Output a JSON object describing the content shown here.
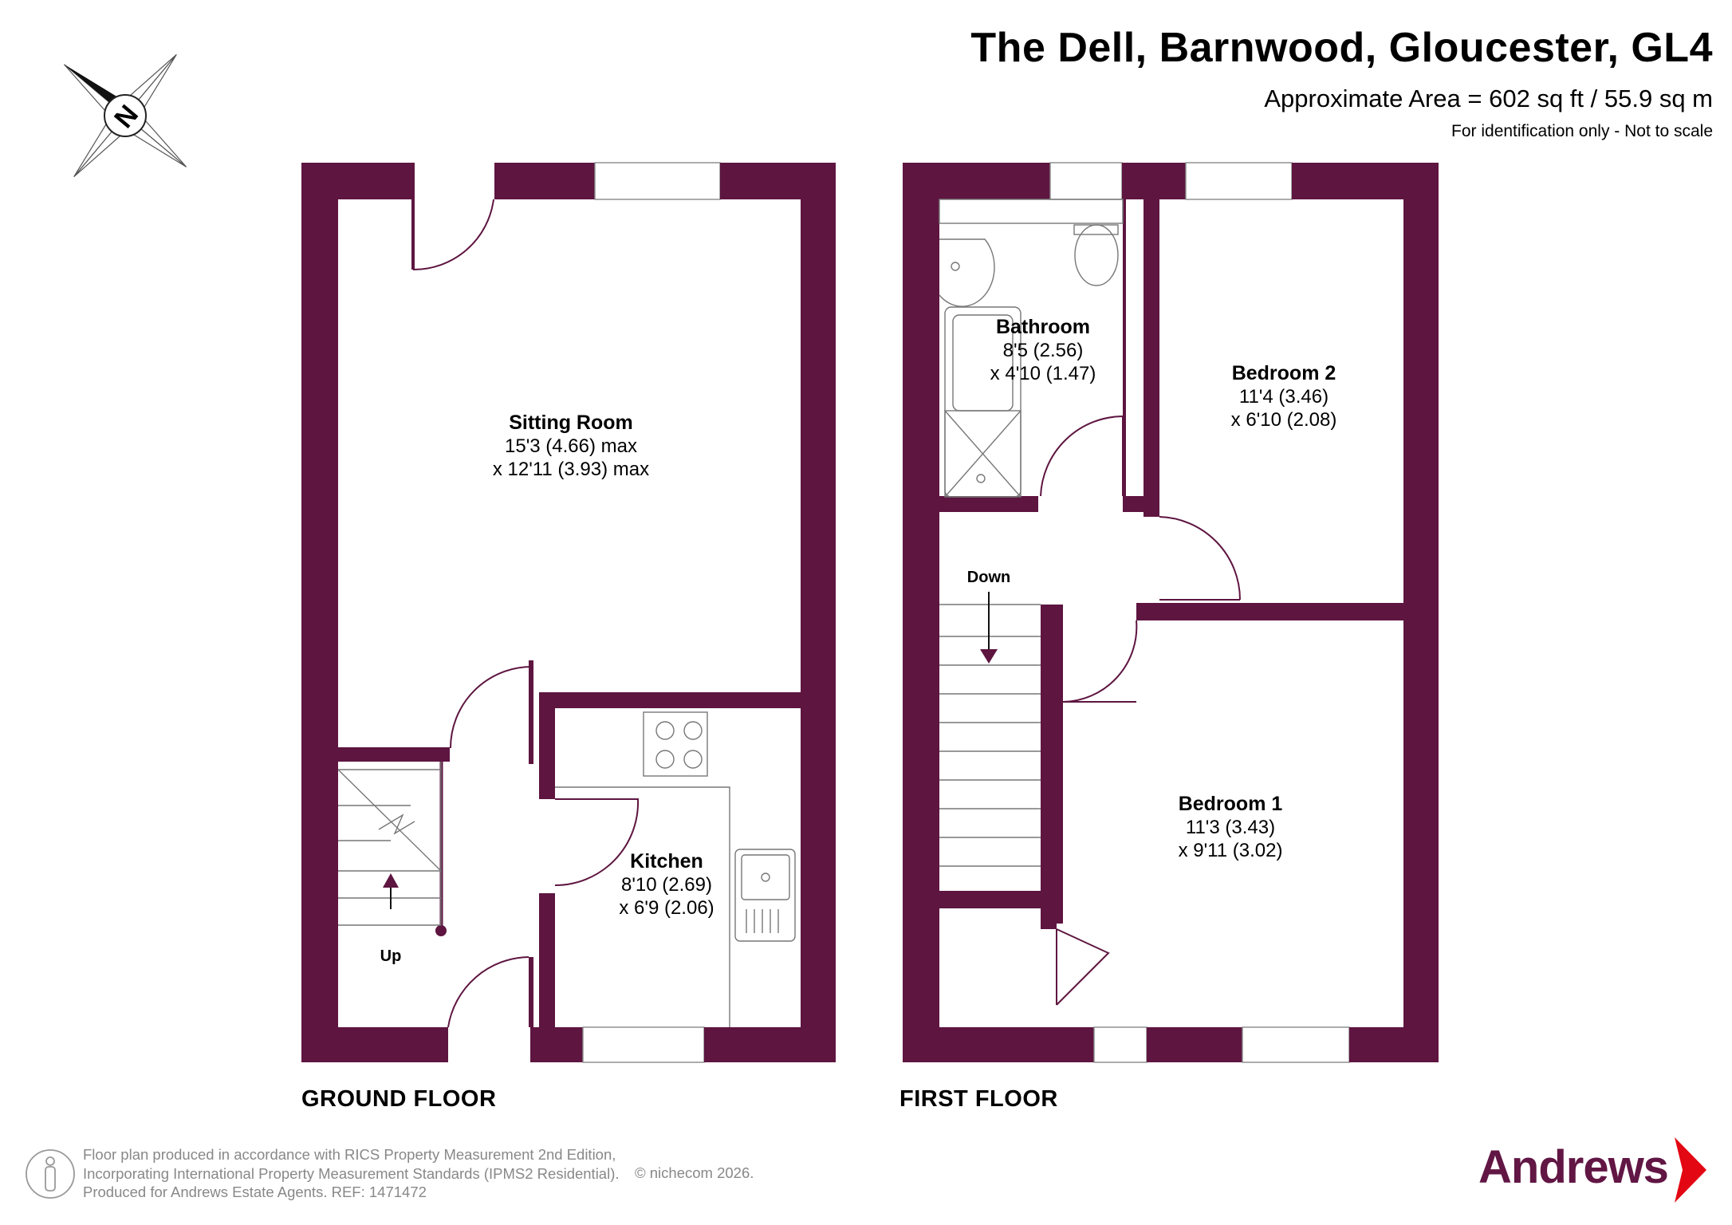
{
  "header": {
    "title": "The Dell, Barnwood, Gloucester, GL4",
    "area": "Approximate Area = 602 sq ft / 55.9 sq m",
    "note": "For identification only - Not to scale"
  },
  "compass": {
    "label": "N",
    "icon": "north-arrow-icon"
  },
  "ground_floor": {
    "label": "GROUND FLOOR",
    "rooms": [
      {
        "name": "Sitting Room",
        "dim1": "15'3 (4.66) max",
        "dim2": "x 12'11 (3.93) max"
      },
      {
        "name": "Kitchen",
        "dim1": "8'10 (2.69)",
        "dim2": "x 6'9 (2.06)"
      }
    ],
    "stairs_label": "Up"
  },
  "first_floor": {
    "label": "FIRST FLOOR",
    "rooms": [
      {
        "name": "Bathroom",
        "dim1": "8'5 (2.56)",
        "dim2": "x 4'10 (1.47)"
      },
      {
        "name": "Bedroom 2",
        "dim1": "11'4 (3.46)",
        "dim2": "x 6'10 (2.08)"
      },
      {
        "name": "Bedroom 1",
        "dim1": "11'3 (3.43)",
        "dim2": "x 9'11 (3.02)"
      }
    ],
    "stairs_label": "Down"
  },
  "footer": {
    "line1": "Floor plan produced in accordance with RICS Property Measurement 2nd Edition,",
    "line2": "Incorporating International Property Measurement Standards (IPMS2 Residential).",
    "line3": "Produced for Andrews Estate Agents.   REF: 1471472",
    "copyright": "© nichecom 2026.",
    "brand": "Andrews"
  },
  "colors": {
    "wall": "#5e1540",
    "brand": "#611644",
    "text": "#000000",
    "footer_text": "#888888"
  }
}
